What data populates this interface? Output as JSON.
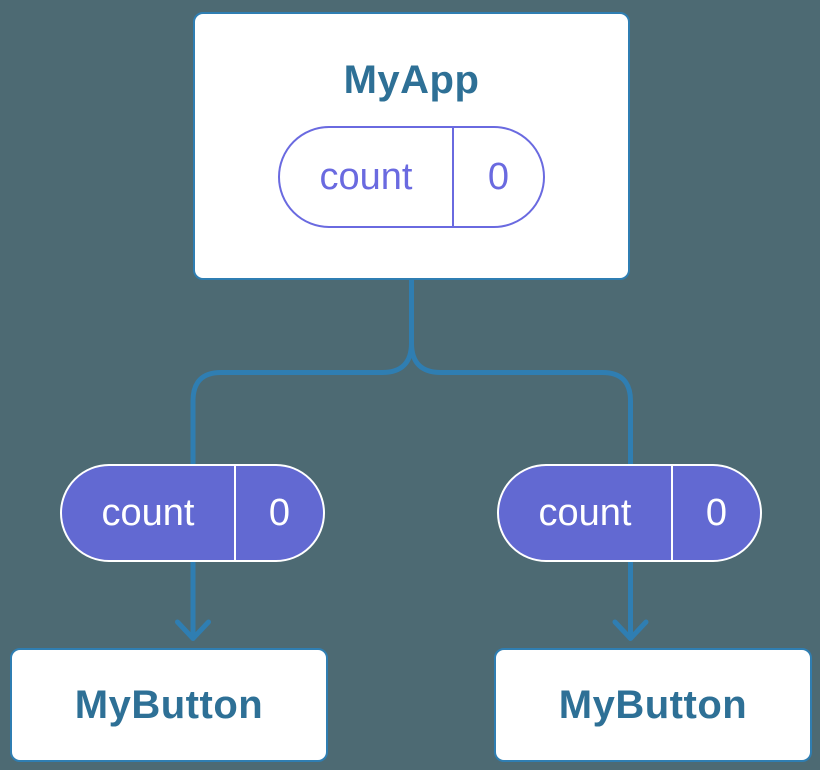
{
  "colors": {
    "background": "#4d6a73",
    "connector_blue": "#2f7eb2",
    "node_text_blue": "#2e7096",
    "pill_solid_purple": "#6269d2",
    "pill_outline_purple": "#6a6ae0",
    "card_background": "#ffffff",
    "pill_text_light": "#ffffff"
  },
  "tree": {
    "root": {
      "label": "MyApp",
      "state_pill": {
        "name": "count",
        "value": "0"
      }
    },
    "children": [
      {
        "label": "MyButton",
        "passed_pill": {
          "name": "count",
          "value": "0"
        }
      },
      {
        "label": "MyButton",
        "passed_pill": {
          "name": "count",
          "value": "0"
        }
      }
    ]
  }
}
